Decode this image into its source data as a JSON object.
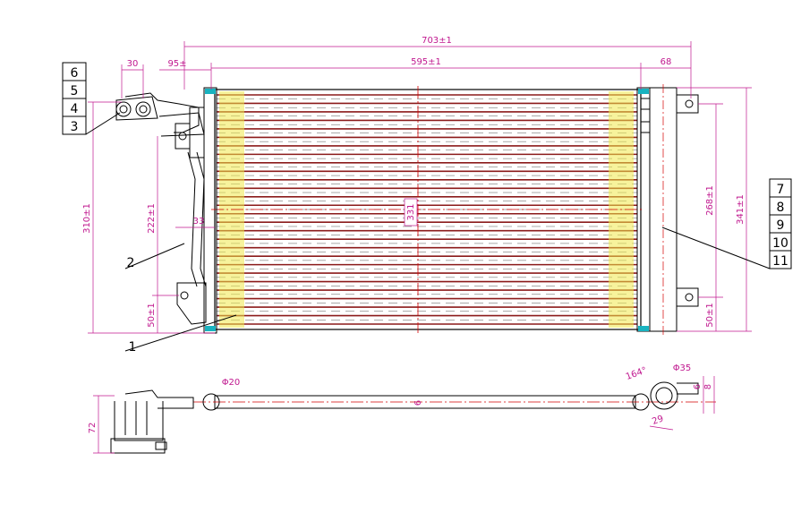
{
  "colors": {
    "outline": "#000000",
    "dimension": "#c0188f",
    "center_line": "#d40000",
    "tube": "#8b1a1a",
    "highlight": "#f0ea4a",
    "cyan": "#19b3c0"
  },
  "dimensions": {
    "overall_width": "703±1",
    "core_width": "595±1",
    "right_flange": "68",
    "left_offset": "95±",
    "top_left": "30",
    "left_height": "310±1",
    "left_inner": "222±1",
    "left_bottom": "50±1",
    "pipe_offset": "33",
    "core_height": "331",
    "right_inner": "268±1",
    "right_height": "341±1",
    "right_bottom": "50±1",
    "bottom_height": "72",
    "pipe_dia": "Φ20",
    "receiver_dia": "Φ35",
    "angle": "164°",
    "receiver_gap": "29",
    "bracket_h": "6",
    "bracket_w": "8",
    "center_mark": "6"
  },
  "balloons_left": [
    "6",
    "5",
    "4",
    "3"
  ],
  "balloons_right": [
    "7",
    "8",
    "9",
    "10",
    "11"
  ],
  "part_labels": {
    "pipe": "2",
    "core": "1"
  }
}
